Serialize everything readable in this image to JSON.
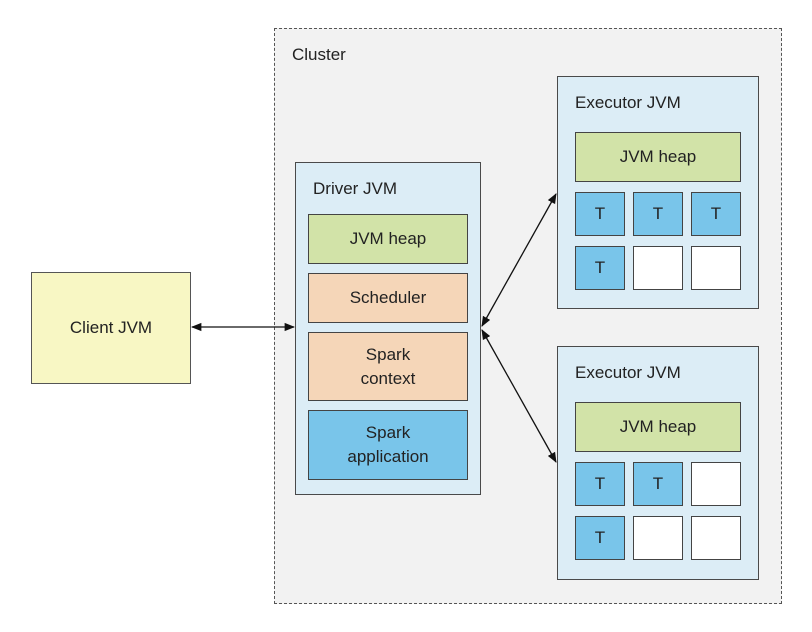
{
  "cluster": {
    "label": "Cluster"
  },
  "client": {
    "label": "Client JVM"
  },
  "driver": {
    "title": "Driver JVM",
    "heap": "JVM heap",
    "scheduler": "Scheduler",
    "spark_context_line1": "Spark",
    "spark_context_line2": "context",
    "spark_app_line1": "Spark",
    "spark_app_line2": "application"
  },
  "executors": [
    {
      "title": "Executor JVM",
      "heap": "JVM heap",
      "slots": [
        "T",
        "T",
        "T",
        "T",
        "",
        ""
      ]
    },
    {
      "title": "Executor JVM",
      "heap": "JVM heap",
      "slots": [
        "T",
        "T",
        "",
        "T",
        "",
        ""
      ]
    }
  ],
  "colors": {
    "client": "#f8f7c4",
    "jvm": "#dcedf6",
    "heap": "#d2e3a8",
    "scheduler": "#f5d6b8",
    "task": "#79c5ea"
  }
}
